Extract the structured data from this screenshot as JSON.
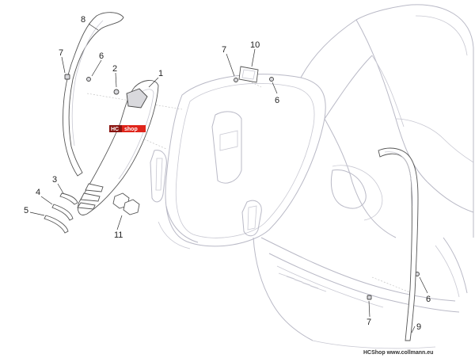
{
  "callouts": {
    "c1": "1",
    "c2": "2",
    "c3": "3",
    "c4": "4",
    "c5": "5",
    "c6a": "6",
    "c6b": "6",
    "c6c": "6",
    "c7a": "7",
    "c7b": "7",
    "c7c": "7",
    "c8": "8",
    "c9": "9",
    "c10": "10",
    "c11": "11"
  },
  "badge": {
    "left": "HC",
    "right": "shop",
    "color": "#e0251b"
  },
  "footer": {
    "brand": "HCShop",
    "site": "www.collmann.eu"
  },
  "icons": [
    "screw-icon",
    "clip-icon",
    "nut-icon"
  ]
}
